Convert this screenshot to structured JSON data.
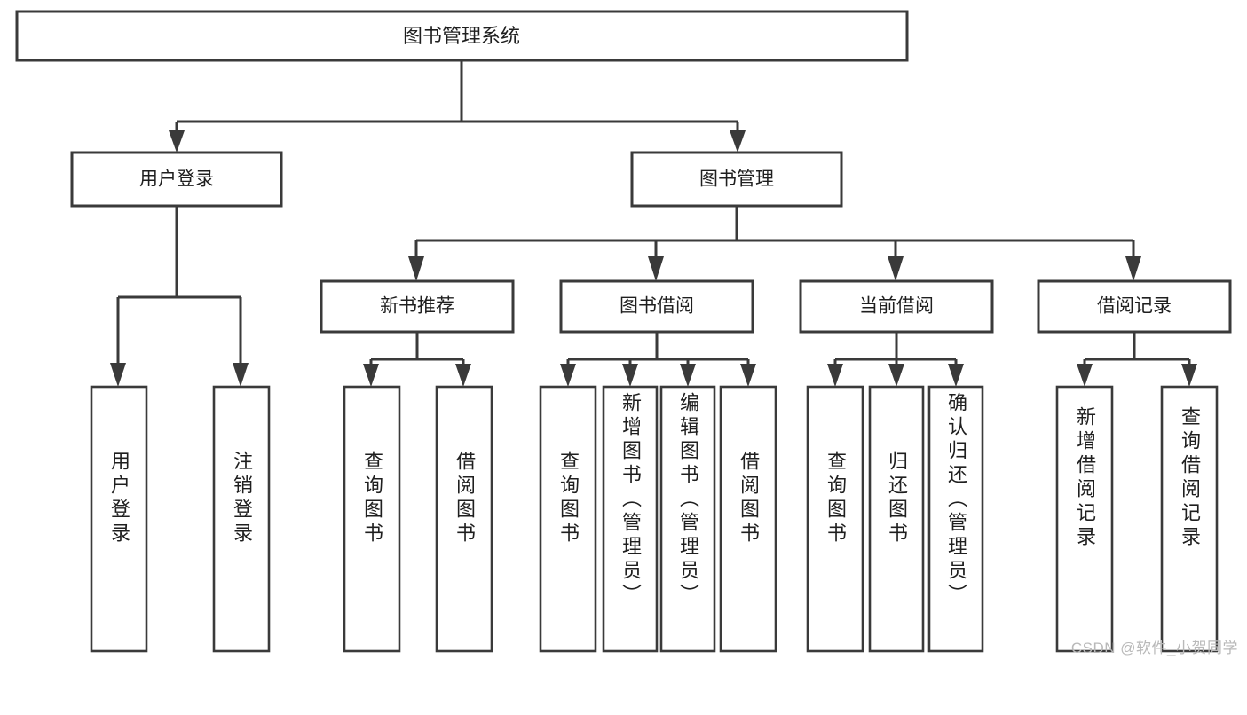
{
  "diagram": {
    "type": "tree-hierarchy-chart",
    "title": "图书管理系统",
    "watermark": "CSDN @软件_小贺同学",
    "colors": {
      "box_stroke": "#3a3a3a",
      "box_fill": "#ffffff",
      "text": "#1f1f1f",
      "background": "#ffffff",
      "watermark": "#b9b9b9"
    },
    "levels": {
      "root": {
        "label": "图书管理系统"
      },
      "level2": [
        {
          "label": "用户登录"
        },
        {
          "label": "图书管理"
        }
      ],
      "level3": [
        {
          "label": "新书推荐"
        },
        {
          "label": "图书借阅"
        },
        {
          "label": "当前借阅"
        },
        {
          "label": "借阅记录"
        }
      ]
    },
    "leaves": {
      "user_login": [
        {
          "label": "用户登录"
        },
        {
          "label": "注销登录"
        }
      ],
      "new_book_recommend": [
        {
          "label": "查询图书"
        },
        {
          "label": "借阅图书"
        }
      ],
      "book_borrow": [
        {
          "label": "查询图书"
        },
        {
          "label": "新增图书（管理员）"
        },
        {
          "label": "编辑图书（管理员）"
        },
        {
          "label": "借阅图书"
        }
      ],
      "current_borrow": [
        {
          "label": "查询图书"
        },
        {
          "label": "归还图书"
        },
        {
          "label": "确认归还（管理员）"
        }
      ],
      "borrow_record": [
        {
          "label": "新增借阅记录"
        },
        {
          "label": "查询借阅记录"
        }
      ]
    }
  }
}
